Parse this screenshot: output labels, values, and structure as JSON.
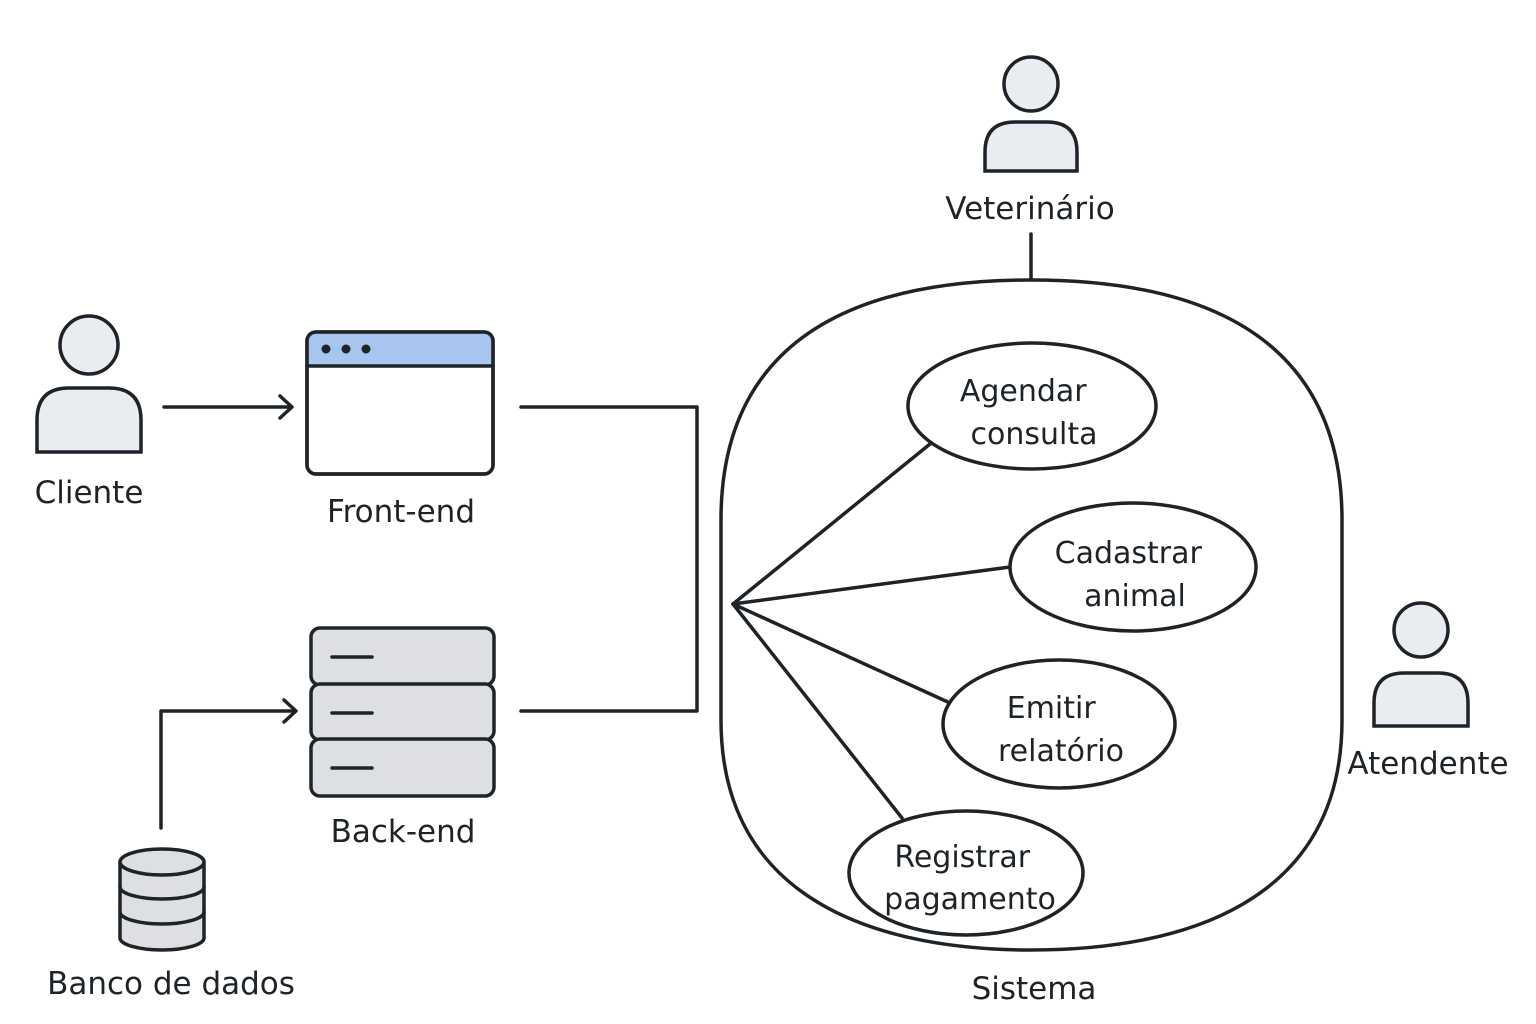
{
  "actors": {
    "cliente": "Cliente",
    "veterinario": "Veterinário",
    "atendente": "Atendente"
  },
  "components": {
    "frontend": "Front-end",
    "backend": "Back-end",
    "database": "Banco de dados"
  },
  "system": {
    "label": "Sistema",
    "use_cases": {
      "agendar": [
        "Agendar",
        "consulta"
      ],
      "cadastrar": [
        "Cadastrar",
        "animal"
      ],
      "emitir": [
        "Emitir",
        "relatório"
      ],
      "registrar": [
        "Registrar",
        "pagamento"
      ]
    }
  },
  "colors": {
    "stroke": "#1e2328",
    "actor_fill": "#e9edf2",
    "browser_titlebar": "#a8c5f0",
    "server_fill": "#dddfe2"
  },
  "icons": {
    "cliente": "person-icon",
    "veterinario": "person-icon",
    "atendente": "person-icon",
    "frontend": "browser-window-icon",
    "backend": "server-stack-icon",
    "database": "database-cylinder-icon"
  }
}
